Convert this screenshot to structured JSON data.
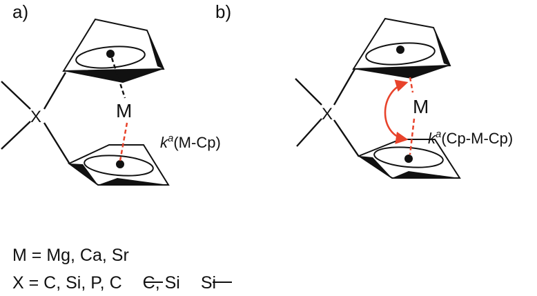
{
  "panels": [
    {
      "label": "a)",
      "x_atom": "X",
      "metal": "M",
      "kappa": "k",
      "kappa_sup": "a",
      "kappa_rest": "(M-Cp)"
    },
    {
      "label": "b)",
      "x_atom": "X",
      "metal": "M",
      "kappa": "k",
      "kappa_sup": "a",
      "kappa_rest": "(Cp-M-Cp)"
    }
  ],
  "legend": {
    "line1": "M = Mg, Ca, Sr",
    "line2_a": "X = C, Si, P, C",
    "line2_b": "C, Si",
    "line2_c": "Si"
  },
  "colors": {
    "accent": "#e8432b",
    "ink": "#111111"
  }
}
